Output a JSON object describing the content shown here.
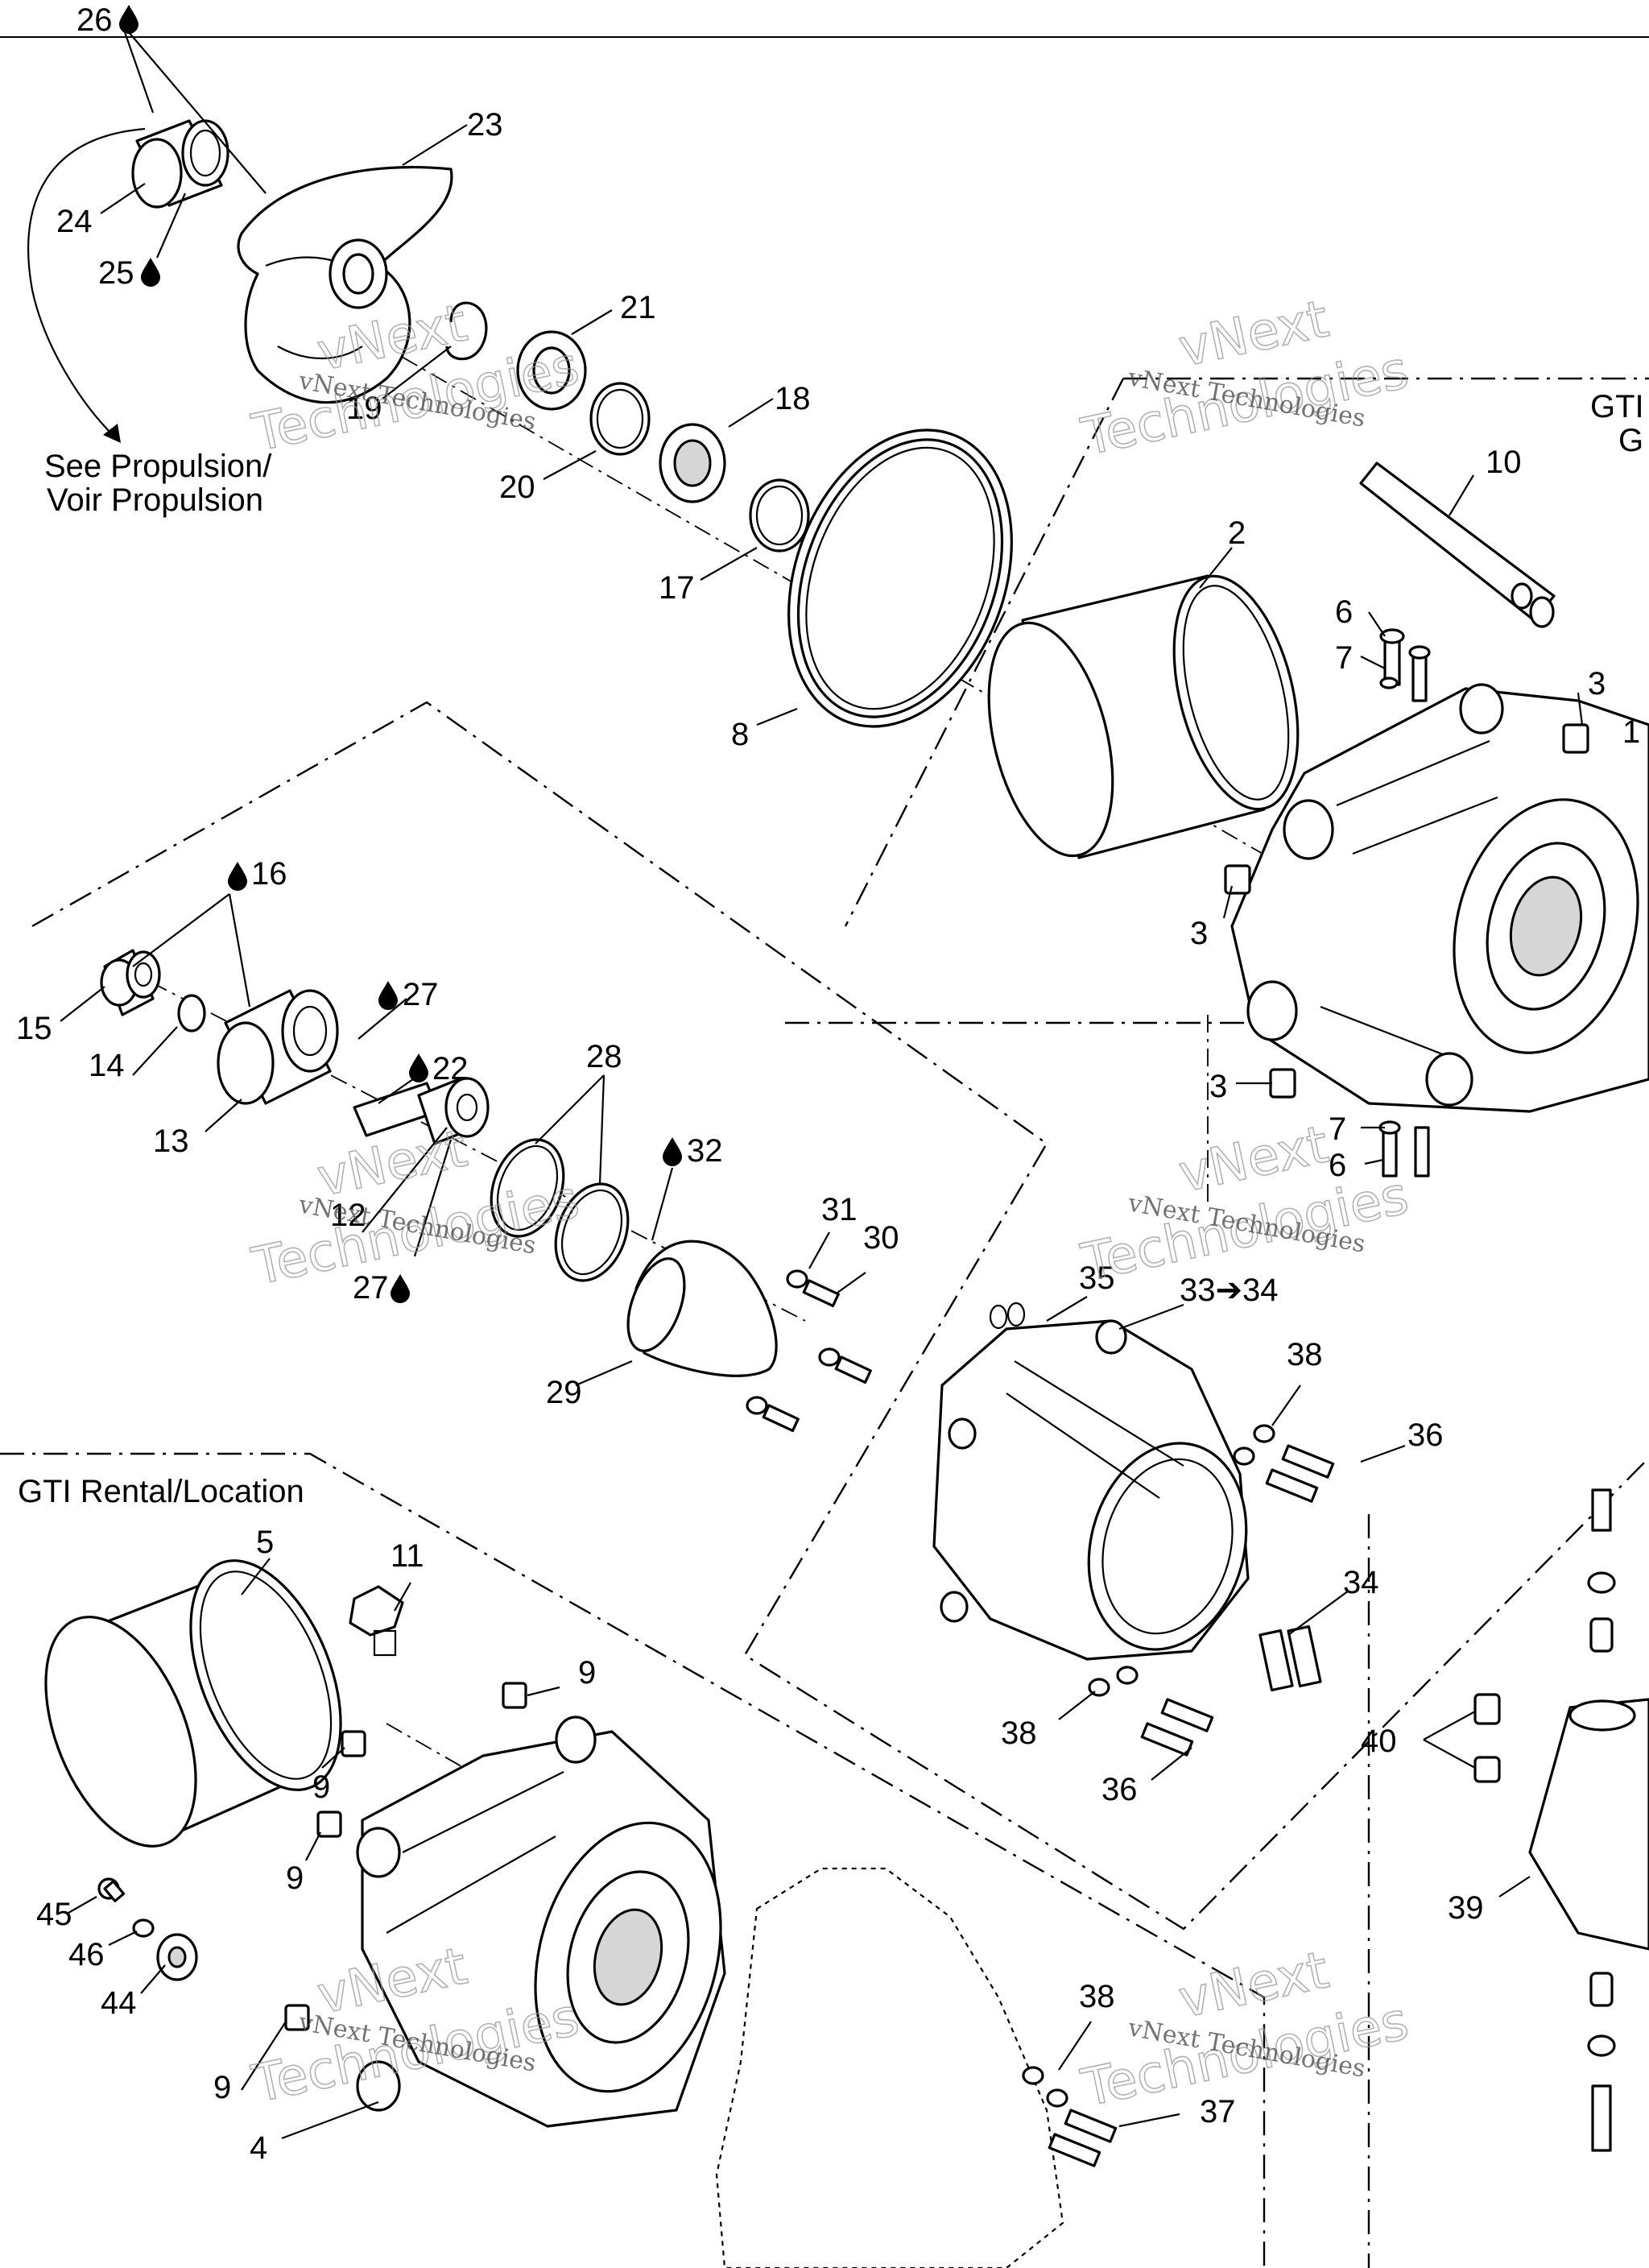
{
  "diagram": {
    "callouts": [
      {
        "id": "c26",
        "text": "26",
        "lubricant": true
      },
      {
        "id": "c23",
        "text": "23",
        "lubricant": false
      },
      {
        "id": "c24",
        "text": "24",
        "lubricant": false
      },
      {
        "id": "c25",
        "text": "25",
        "lubricant": true
      },
      {
        "id": "c21",
        "text": "21",
        "lubricant": false
      },
      {
        "id": "c19",
        "text": "19",
        "lubricant": false
      },
      {
        "id": "c18",
        "text": "18",
        "lubricant": false
      },
      {
        "id": "c20",
        "text": "20",
        "lubricant": false
      },
      {
        "id": "c17",
        "text": "17",
        "lubricant": false
      },
      {
        "id": "c8",
        "text": "8",
        "lubricant": false
      },
      {
        "id": "c2",
        "text": "2",
        "lubricant": false
      },
      {
        "id": "c10",
        "text": "10",
        "lubricant": false
      },
      {
        "id": "c6a",
        "text": "6",
        "lubricant": false
      },
      {
        "id": "c7a",
        "text": "7",
        "lubricant": false
      },
      {
        "id": "c3a",
        "text": "3",
        "lubricant": false
      },
      {
        "id": "c1",
        "text": "1",
        "lubricant": false
      },
      {
        "id": "c3b",
        "text": "3",
        "lubricant": false
      },
      {
        "id": "c3c",
        "text": "3",
        "lubricant": false
      },
      {
        "id": "c7b",
        "text": "7",
        "lubricant": false
      },
      {
        "id": "c6b",
        "text": "6",
        "lubricant": false
      },
      {
        "id": "c16",
        "text": "16",
        "lubricant": true
      },
      {
        "id": "c27a",
        "text": "27",
        "lubricant": true
      },
      {
        "id": "c15",
        "text": "15",
        "lubricant": false
      },
      {
        "id": "c14",
        "text": "14",
        "lubricant": false
      },
      {
        "id": "c13",
        "text": "13",
        "lubricant": false
      },
      {
        "id": "c22",
        "text": "22",
        "lubricant": true
      },
      {
        "id": "c28",
        "text": "28",
        "lubricant": false
      },
      {
        "id": "c32",
        "text": "32",
        "lubricant": true
      },
      {
        "id": "c12",
        "text": "12",
        "lubricant": false
      },
      {
        "id": "c27b",
        "text": "27",
        "lubricant": true
      },
      {
        "id": "c31",
        "text": "31",
        "lubricant": false
      },
      {
        "id": "c30",
        "text": "30",
        "lubricant": false
      },
      {
        "id": "c29",
        "text": "29",
        "lubricant": false
      },
      {
        "id": "c35",
        "text": "35",
        "lubricant": false
      },
      {
        "id": "c33",
        "text": "33➔34",
        "lubricant": false
      },
      {
        "id": "c38a",
        "text": "38",
        "lubricant": false
      },
      {
        "id": "c36a",
        "text": "36",
        "lubricant": false
      },
      {
        "id": "c34",
        "text": "34",
        "lubricant": false
      },
      {
        "id": "c38b",
        "text": "38",
        "lubricant": false
      },
      {
        "id": "c36b",
        "text": "36",
        "lubricant": false
      },
      {
        "id": "c5",
        "text": "5",
        "lubricant": false
      },
      {
        "id": "c11",
        "text": "11",
        "lubricant": false
      },
      {
        "id": "c9a",
        "text": "9",
        "lubricant": false
      },
      {
        "id": "c9b",
        "text": "9",
        "lubricant": false
      },
      {
        "id": "c9c",
        "text": "9",
        "lubricant": false
      },
      {
        "id": "c45",
        "text": "45",
        "lubricant": false
      },
      {
        "id": "c46",
        "text": "46",
        "lubricant": false
      },
      {
        "id": "c44",
        "text": "44",
        "lubricant": false
      },
      {
        "id": "c9d",
        "text": "9",
        "lubricant": false
      },
      {
        "id": "c4",
        "text": "4",
        "lubricant": false
      },
      {
        "id": "c38c",
        "text": "38",
        "lubricant": false
      },
      {
        "id": "c37",
        "text": "37",
        "lubricant": false
      },
      {
        "id": "c40",
        "text": "40",
        "lubricant": false
      },
      {
        "id": "c39",
        "text": "39",
        "lubricant": false
      }
    ],
    "labels": {
      "see_propulsion_en": "See Propulsion/",
      "see_propulsion_fr": "Voir Propulsion",
      "gti_top_1": "GTI",
      "gti_top_2": "G",
      "gti_rental": "GTI Rental/Location"
    },
    "watermark": {
      "brand_small": "vNext Technologies",
      "brand_big_1": "vNext",
      "brand_big_2": "Technologies"
    }
  }
}
